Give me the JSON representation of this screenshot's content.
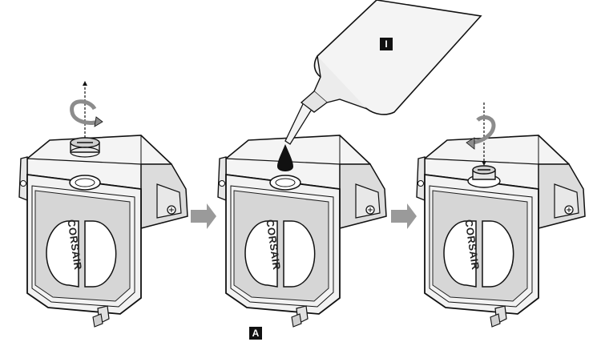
{
  "figure": {
    "callouts": {
      "bottle_marker": "I",
      "reservoir_marker": "A"
    },
    "brand_label": "CORSAIR",
    "step_order": [
      "remove-cap",
      "fill-coolant",
      "replace-cap"
    ],
    "colors": {
      "ink": "#111111",
      "body": "#f2f2f2",
      "shade": "#d0d0d0",
      "arrow": "#9a9a9a"
    },
    "icons": [
      "rotate-arrow-icon",
      "step-arrow-icon",
      "corsair-sail-logo-icon"
    ]
  }
}
